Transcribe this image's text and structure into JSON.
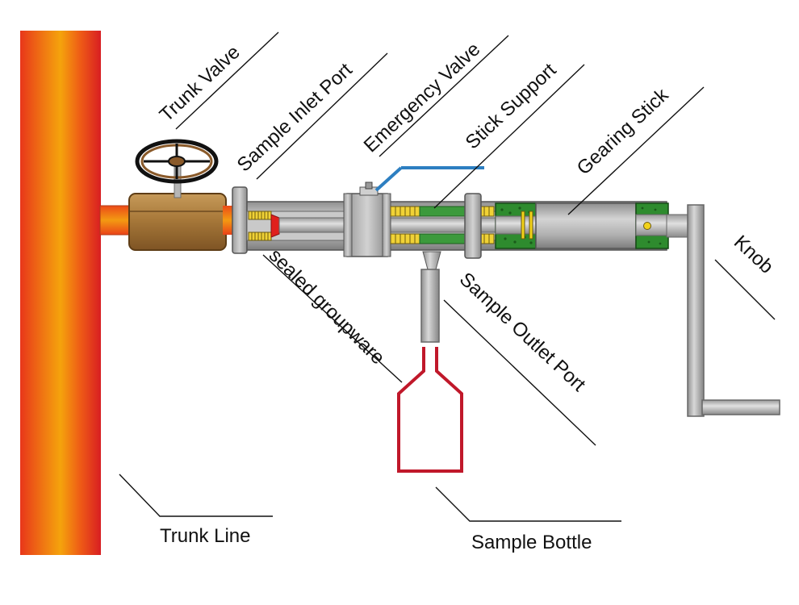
{
  "labels": {
    "trunk_valve": "Trunk Valve",
    "sample_inlet_port": "Sample Inlet Port",
    "emergency_valve": "Emergency Valve",
    "stick_support": "Stick Support",
    "gearing_stick": "Gearing Stick",
    "knob": "Knob",
    "sealed_groupware": "sealed groupware",
    "sample_outlet_port": "Sample Outlet Port",
    "trunk_line": "Trunk Line",
    "sample_bottle": "Sample Bottle"
  },
  "colors": {
    "pipe_gray": "#b3b3b3",
    "valve_bronze": "#a87b3c",
    "seal_green": "#2e8b2e",
    "handle_blue": "#2d7fc1",
    "bottle_red": "#c0182a",
    "seal_red": "#e0201c",
    "accent_yellow": "#f2d21a"
  }
}
